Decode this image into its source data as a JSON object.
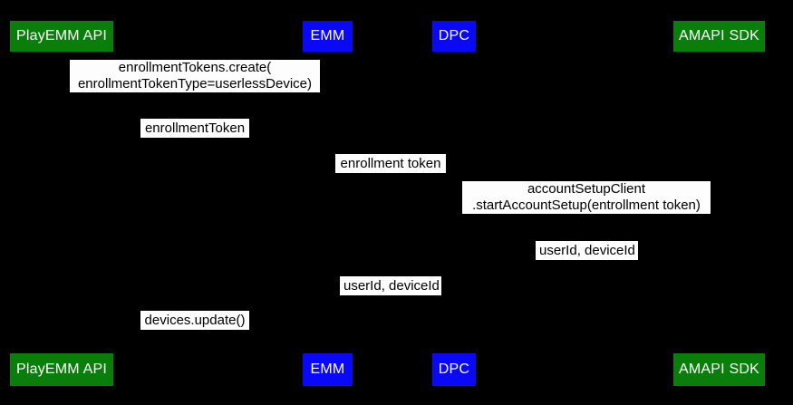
{
  "diagram": {
    "type": "sequence-diagram",
    "background": "#000000",
    "note": "lifelines and arrows are not visible (black on black); only actor boxes and message labels are rendered"
  },
  "colors": {
    "actor_green": "#0a7e0a",
    "actor_blue": "#0909f7",
    "actor_text": "#ffffff",
    "message_bg": "#fdfdfd",
    "message_text": "#000000"
  },
  "actors": [
    {
      "label": "PlayEMM API",
      "color": "green"
    },
    {
      "label": "EMM",
      "color": "blue"
    },
    {
      "label": "DPC",
      "color": "blue"
    },
    {
      "label": "AMAPI SDK",
      "color": "green"
    }
  ],
  "messages": [
    {
      "lines": [
        "enrollmentTokens.create(",
        "enrollmentTokenType=userlessDevice)"
      ]
    },
    {
      "lines": [
        "enrollmentToken"
      ]
    },
    {
      "lines": [
        "enrollment token"
      ]
    },
    {
      "lines": [
        "accountSetupClient",
        ".startAccountSetup(entrollment token)"
      ]
    },
    {
      "lines": [
        "userId, deviceId"
      ]
    },
    {
      "lines": [
        "userId, deviceId"
      ]
    },
    {
      "lines": [
        "devices.update()"
      ]
    }
  ]
}
